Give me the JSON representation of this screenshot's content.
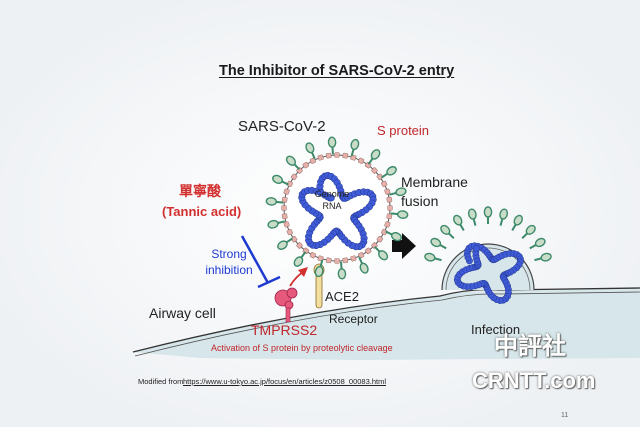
{
  "title": "The Inhibitor of SARS-CoV-2 entry",
  "virus_label": "SARS-CoV-2",
  "s_protein_label": "S protein",
  "genome_label": "Genome RNA",
  "membrane_fusion_label": "Membrane fusion",
  "inhibitor_chinese": "單寧酸",
  "inhibitor_english": "(Tannic acid)",
  "inhibition_label": "Strong inhibition",
  "ace2_label": "ACE2",
  "receptor_label": "Receptor",
  "airway_label": "Airway cell",
  "tmprss2_label": "TMPRSS2",
  "activation_label": "Activation of S protein by proteolytic cleavage",
  "infection_label": "Infection",
  "source_prefix": "Modified from",
  "source_link": "https://www.u-tokyo.ac.jp/focus/en/articles/z0508_00083.html",
  "page_number": "11",
  "watermark_cn": "中評社",
  "watermark_en": "CRNTT.com",
  "colors": {
    "inhibitor_red": "#d32f2f",
    "inhibition_blue": "#1e3ad0",
    "rna_blue": "#3f5bd8",
    "spike_green": "#3d8a6a",
    "spike_tip": "#c8dcc8",
    "membrane_pink": "#e7b1ab",
    "cell_fill": "#d6e6ea",
    "receptor_yellow": "#f2dfa0",
    "tmprss2_pink": "#e55a7c"
  }
}
